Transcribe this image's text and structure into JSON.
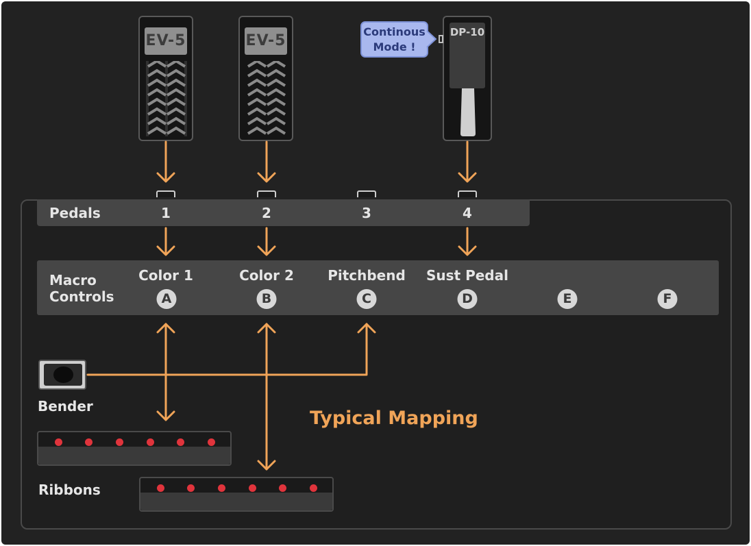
{
  "pedals_bar": {
    "label": "Pedals",
    "slots": [
      "1",
      "2",
      "3",
      "4"
    ]
  },
  "macro_bar": {
    "label_line1": "Macro",
    "label_line2": "Controls",
    "controls": [
      {
        "name": "Color 1",
        "letter": "A"
      },
      {
        "name": "Color 2",
        "letter": "B"
      },
      {
        "name": "Pitchbend",
        "letter": "C"
      },
      {
        "name": "Sust Pedal",
        "letter": "D"
      },
      {
        "name": "",
        "letter": "E"
      },
      {
        "name": "",
        "letter": "F"
      }
    ]
  },
  "devices": {
    "pedal1": {
      "badge": "EV-5"
    },
    "pedal2": {
      "badge": "EV-5"
    },
    "pedal4": {
      "badge": "DP-10"
    }
  },
  "callout": {
    "line1": "Continous",
    "line2": "Mode !"
  },
  "bender_label": "Bender",
  "ribbons_label": "Ribbons",
  "typical_mapping": "Typical Mapping",
  "colors": {
    "arrow": "#f0a458",
    "callout_fill": "#a9b8ee",
    "led": "#e0343c"
  }
}
